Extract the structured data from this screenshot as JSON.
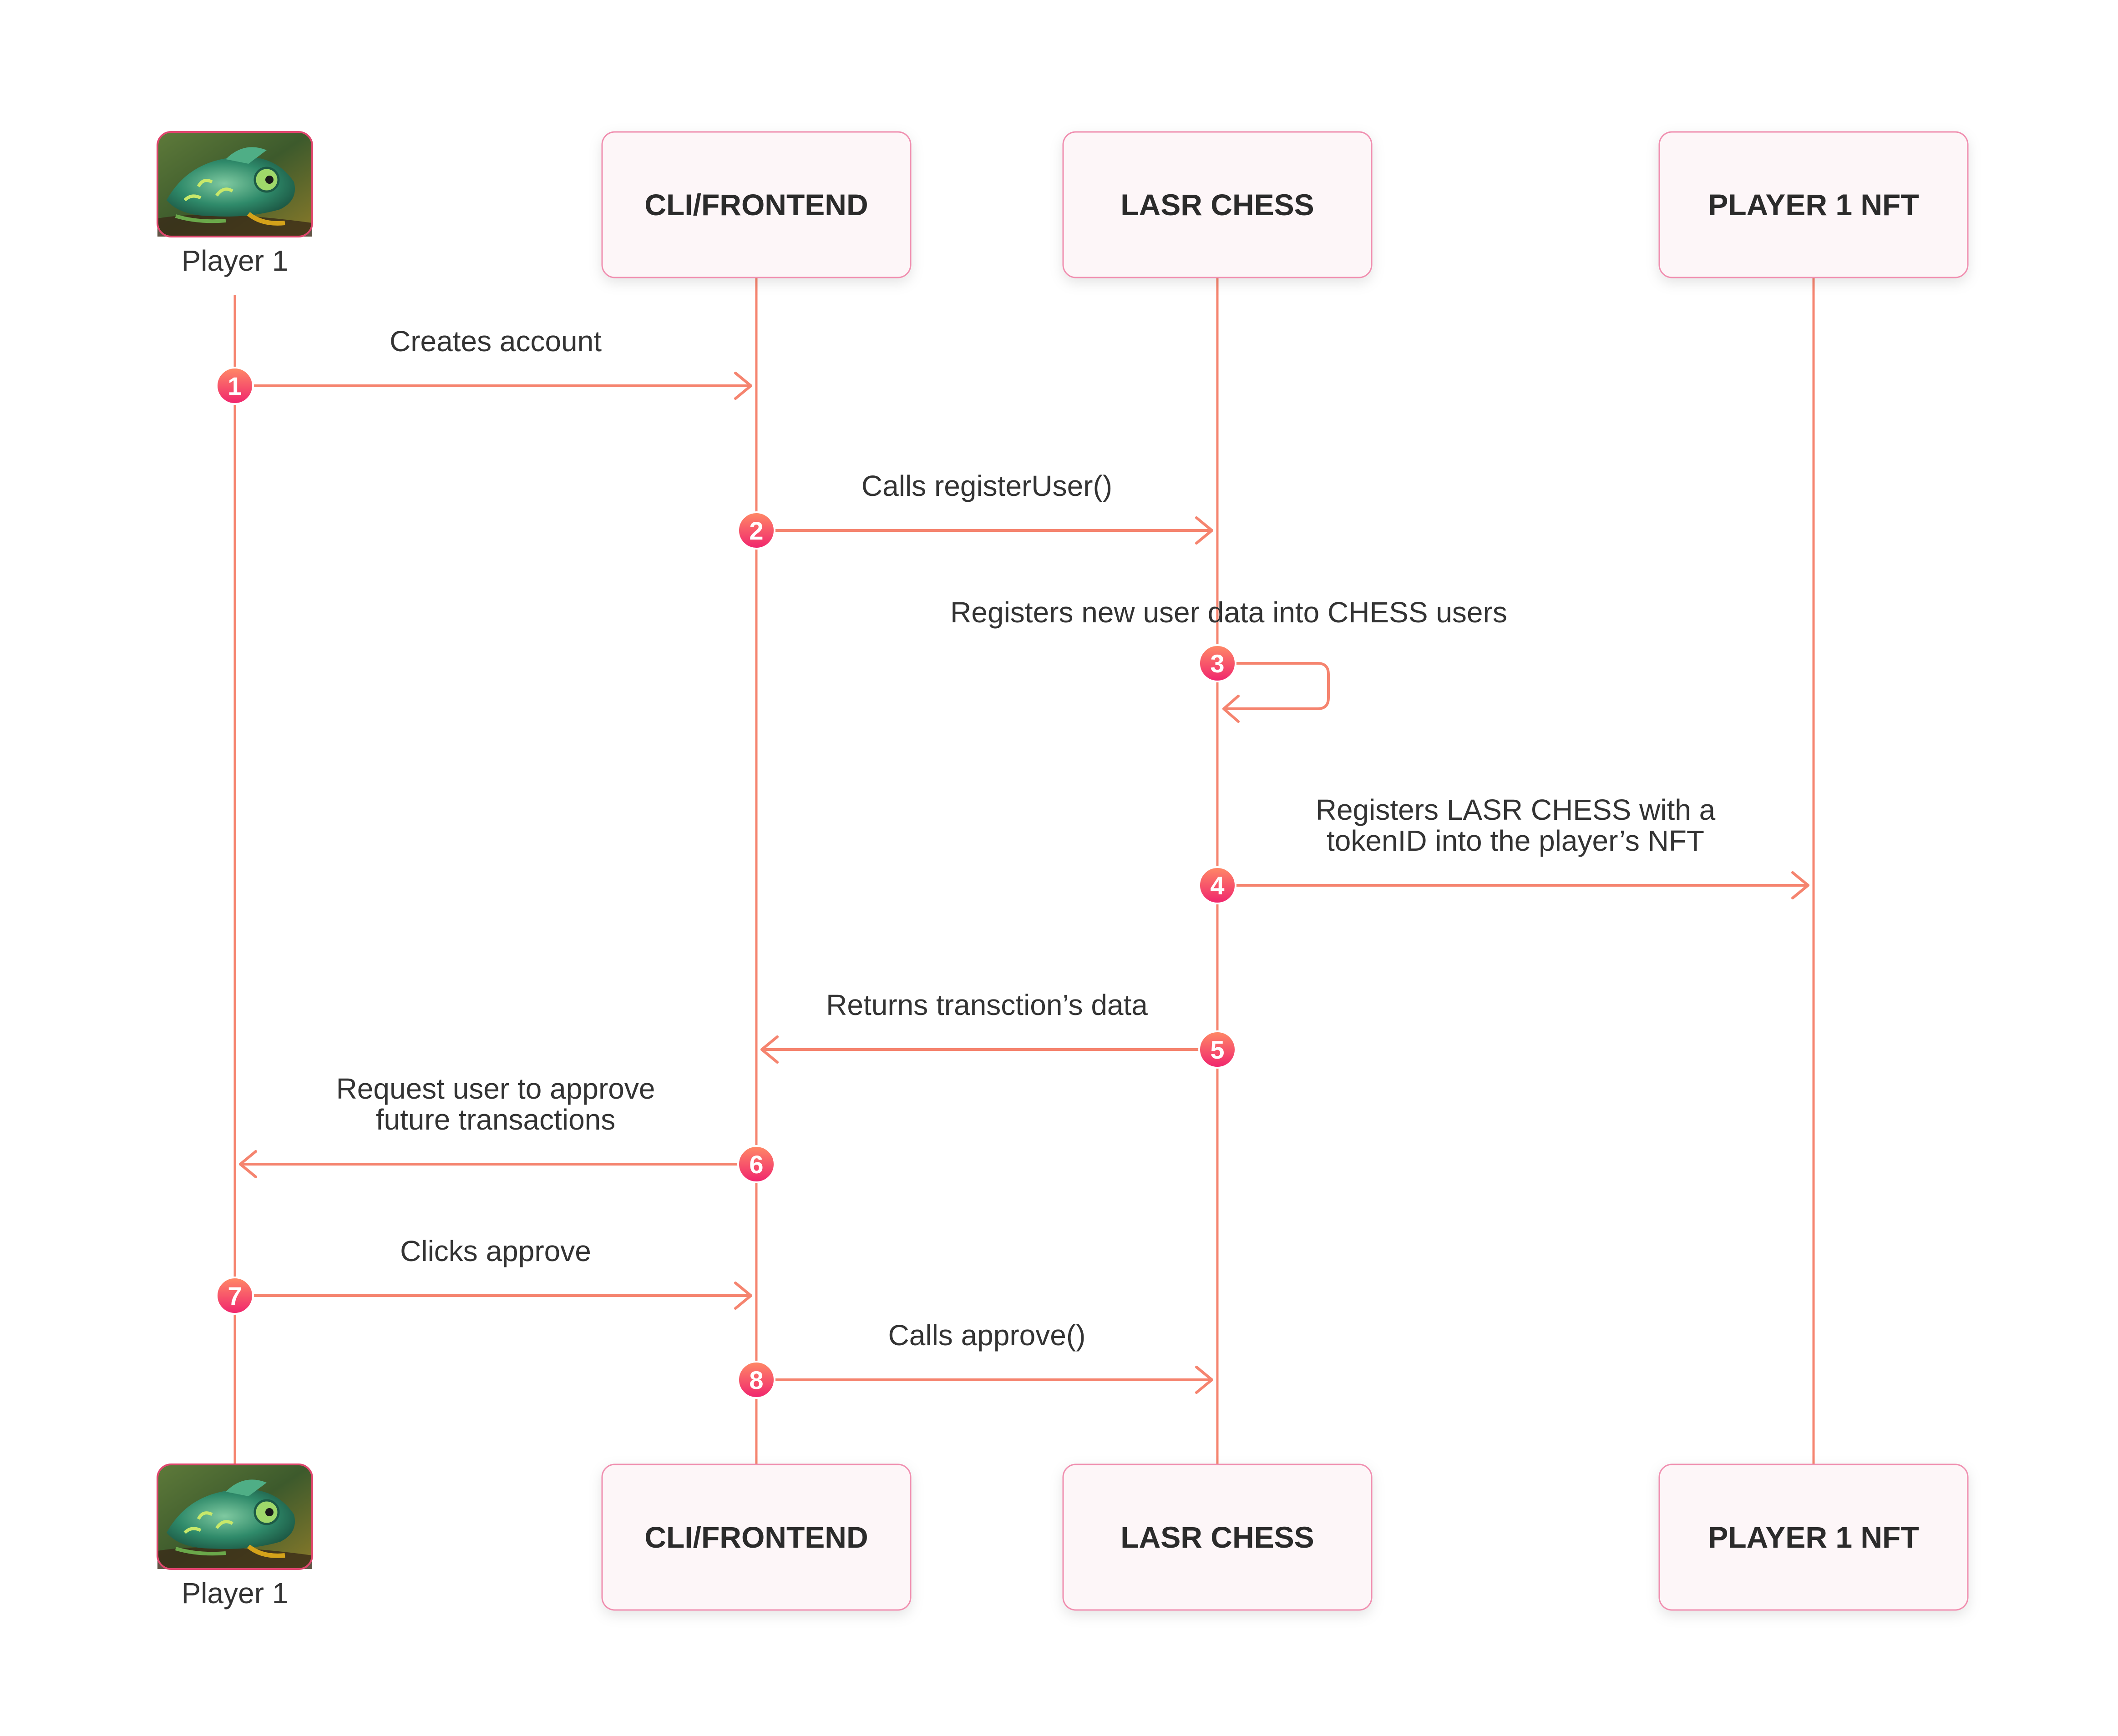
{
  "participants": [
    {
      "id": "player",
      "label": "Player 1",
      "kind": "actor",
      "avatar": "chameleon-avatar"
    },
    {
      "id": "cli",
      "label": "CLI/FRONTEND",
      "kind": "box"
    },
    {
      "id": "lasr",
      "label": "LASR CHESS",
      "kind": "box"
    },
    {
      "id": "nft",
      "label": "PLAYER 1 NFT",
      "kind": "box"
    }
  ],
  "messages": [
    {
      "step": "1",
      "from": "player",
      "to": "cli",
      "lines": [
        "Creates account"
      ]
    },
    {
      "step": "2",
      "from": "cli",
      "to": "lasr",
      "lines": [
        "Calls registerUser()"
      ]
    },
    {
      "step": "3",
      "from": "lasr",
      "to": "lasr",
      "lines": [
        "Registers new user data into CHESS users"
      ]
    },
    {
      "step": "4",
      "from": "lasr",
      "to": "nft",
      "lines": [
        "Registers LASR CHESS with a",
        "tokenID into the player’s NFT"
      ]
    },
    {
      "step": "5",
      "from": "lasr",
      "to": "cli",
      "lines": [
        "Returns transction’s data"
      ]
    },
    {
      "step": "6",
      "from": "cli",
      "to": "player",
      "lines": [
        "Request user to approve",
        "future transactions"
      ]
    },
    {
      "step": "7",
      "from": "player",
      "to": "cli",
      "lines": [
        "Clicks approve"
      ]
    },
    {
      "step": "8",
      "from": "cli",
      "to": "lasr",
      "lines": [
        "Calls approve()"
      ]
    }
  ],
  "colors": {
    "line": "#f5846f",
    "box_fill": "#fdf6f8",
    "box_border": "#f08fb0",
    "badge_top": "#ff8a66",
    "badge_bottom": "#f0246e"
  }
}
